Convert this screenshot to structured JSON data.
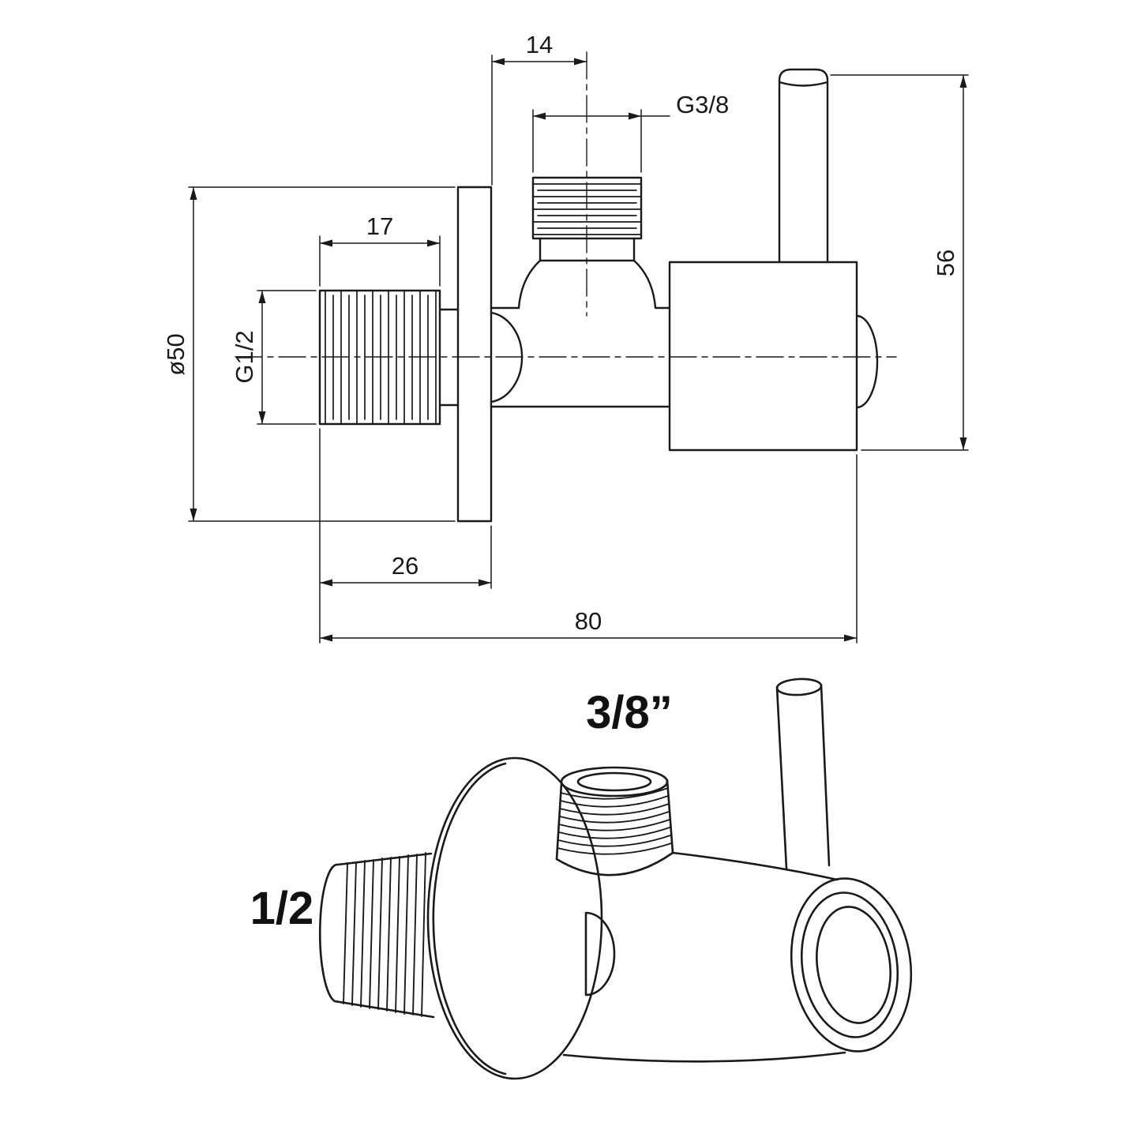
{
  "page": {
    "background": "#ffffff",
    "line_color": "#1a1a1a",
    "drawing_type": "angle valve dimensional drawing"
  },
  "top_view": {
    "dim_14": "14",
    "dim_g38": "G3/8",
    "dim_17": "17",
    "dim_g12": "G1/2",
    "dim_dia50": "ø50",
    "dim_56": "56",
    "dim_26": "26",
    "dim_80": "80"
  },
  "perspective_view": {
    "label_outlet": "3/8”",
    "label_inlet": "1/2"
  }
}
